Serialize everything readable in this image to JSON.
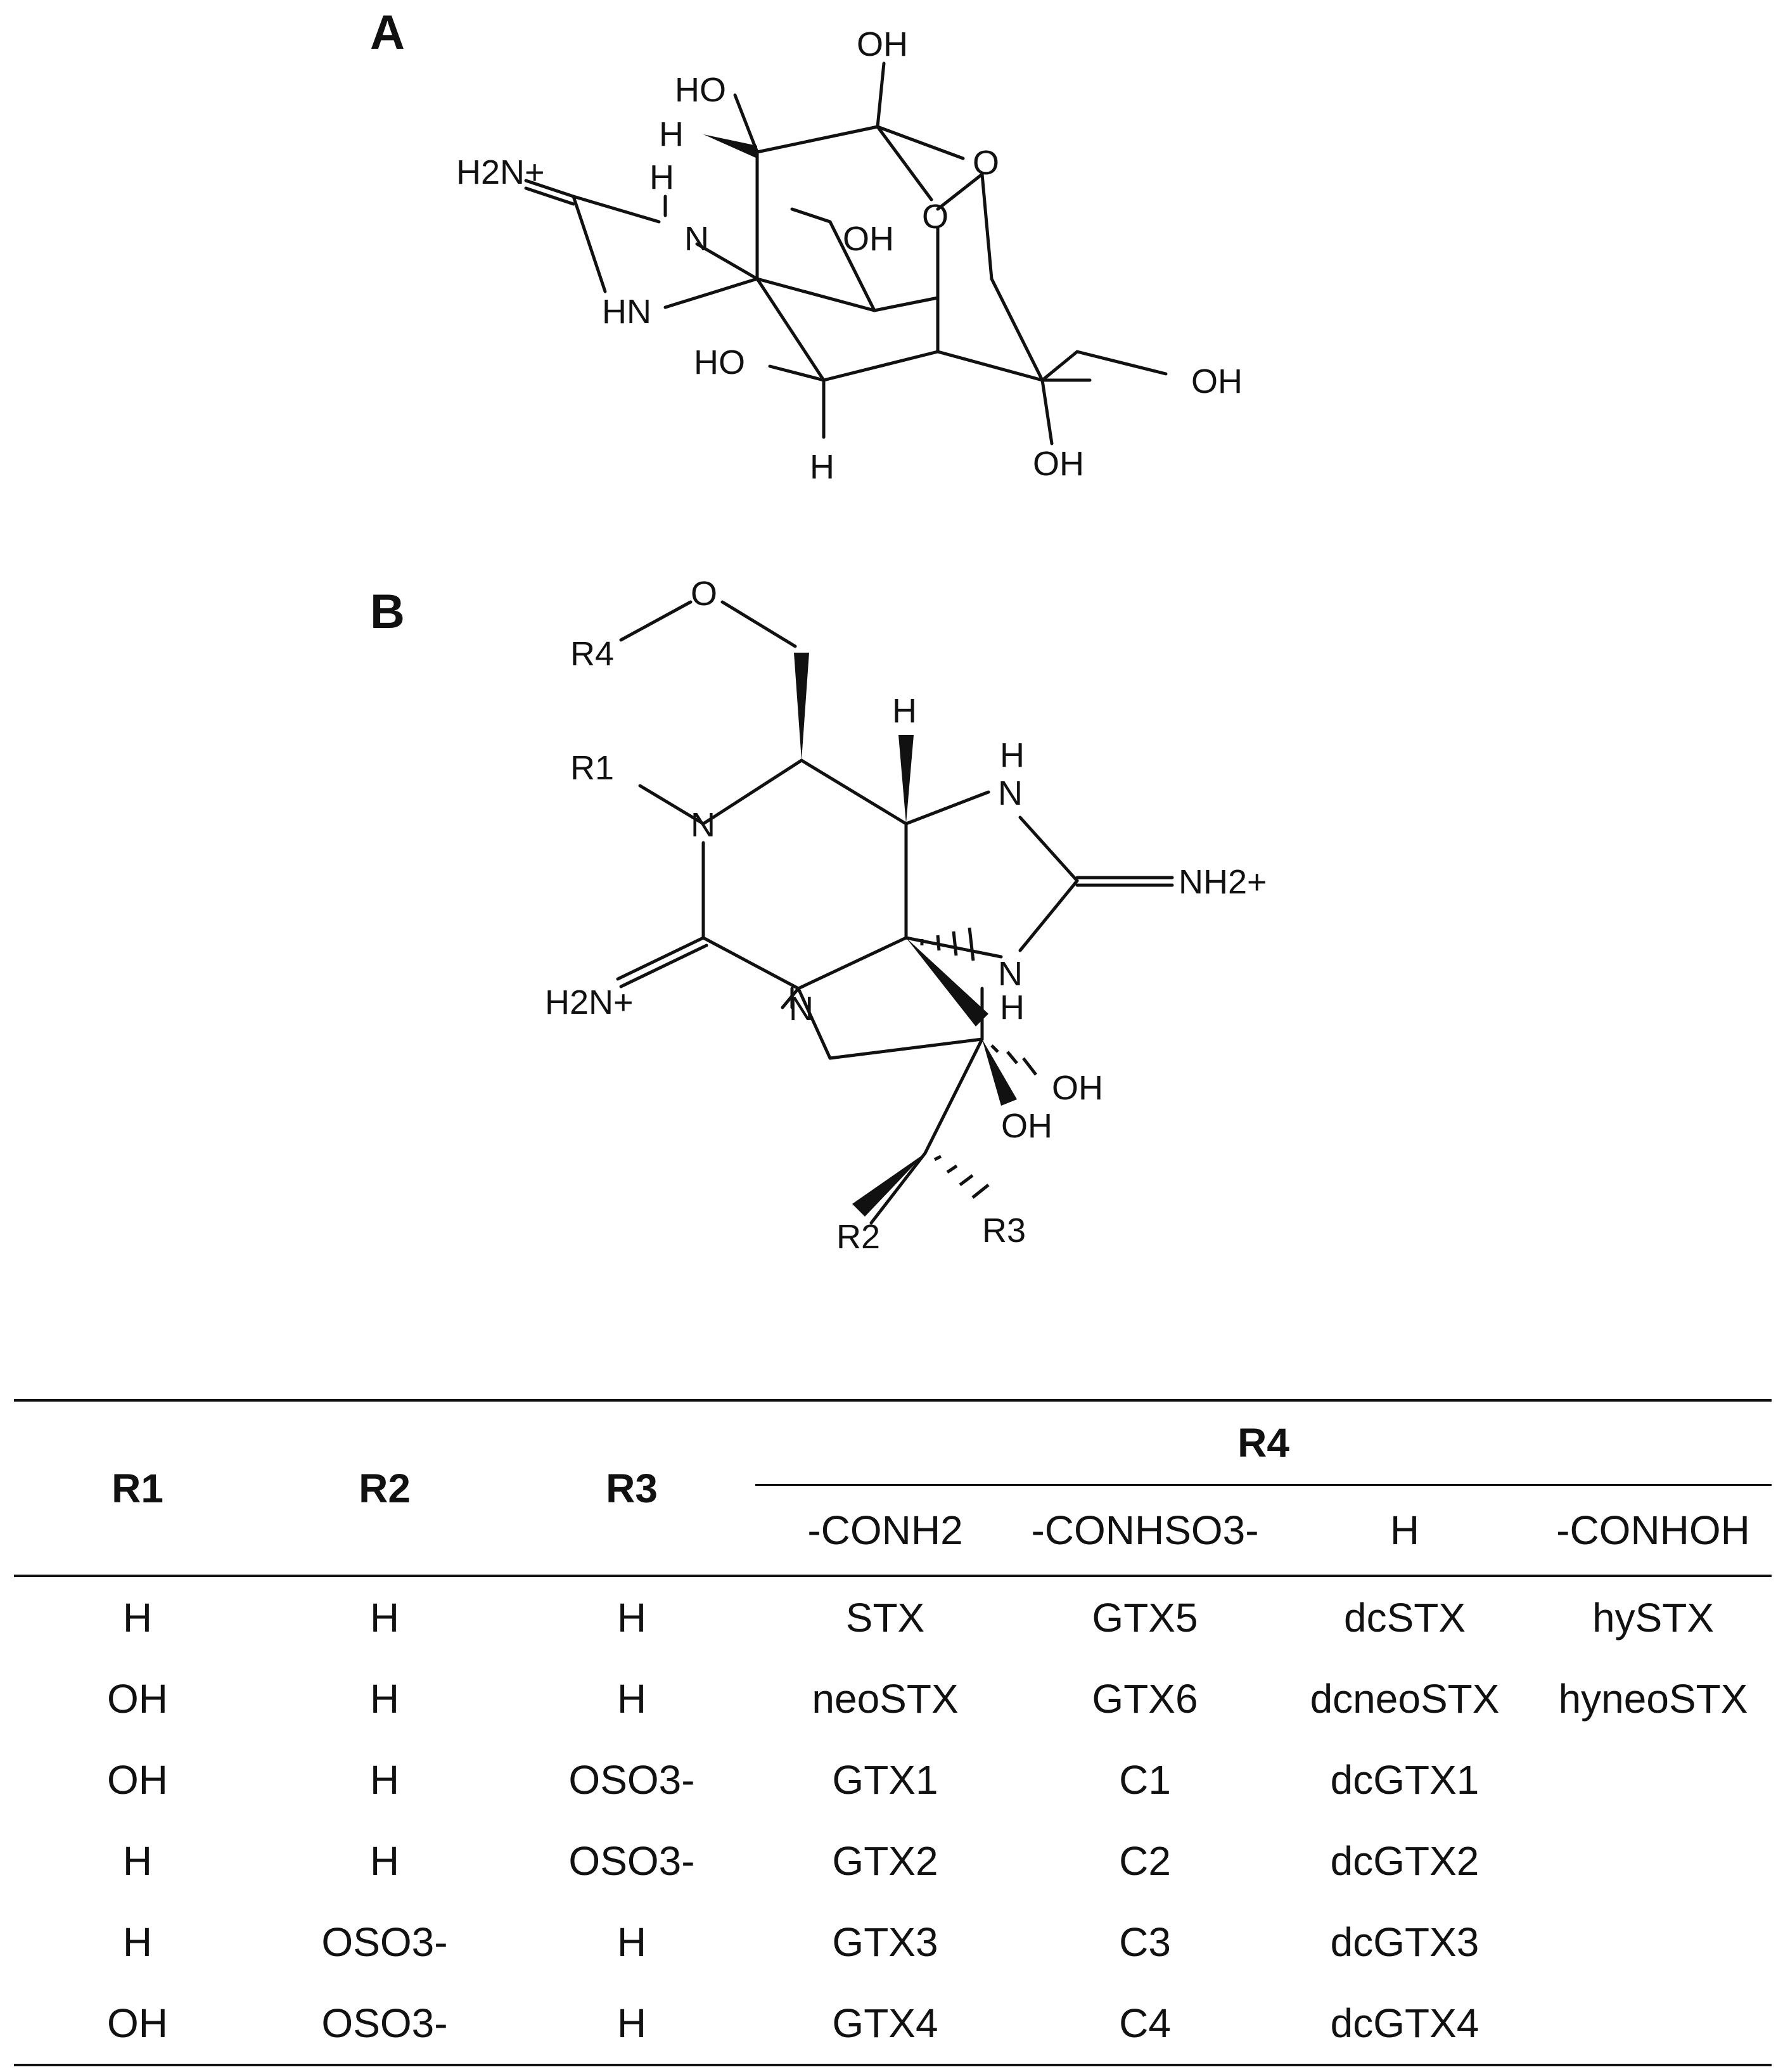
{
  "panels": {
    "a": {
      "label": "A",
      "atoms": {
        "oh_top": "OH",
        "ho_left_top": "HO",
        "h_wedge": "H",
        "o_ring_right": "O",
        "h2n_plus": "H2N+",
        "h_on_n": "H",
        "n_mid": "N",
        "oh_center": "OH",
        "o_center": "O",
        "hn_lower": "HN",
        "ho_lower": "HO",
        "oh_right": "OH",
        "h_bottom": "H",
        "oh_bottom": "OH"
      }
    },
    "b": {
      "label": "B",
      "atoms": {
        "o_top": "O",
        "r4": "R4",
        "h_wedge": "H",
        "h_on_n_top": "H",
        "n_top_right": "N",
        "r1": "R1",
        "n_left": "N",
        "nh2_plus_right": "NH2+",
        "h2n_plus_left": "H2N+",
        "n_center": "N",
        "n_lower_right": "N",
        "h_on_n_lower": "H",
        "oh_right": "OH",
        "oh_lower": "OH",
        "r2": "R2",
        "r3": "R3"
      }
    }
  },
  "table": {
    "headers": {
      "r1": "R1",
      "r2": "R2",
      "r3": "R3",
      "r4": "R4",
      "r4_sub": [
        "-CONH2",
        "-CONHSO3-",
        "H",
        "-CONHOH"
      ]
    },
    "rows": [
      {
        "r1": "H",
        "r2": "H",
        "r3": "H",
        "conh2": "STX",
        "conhso3": "GTX5",
        "h": "dcSTX",
        "conhoh": "hySTX"
      },
      {
        "r1": "OH",
        "r2": "H",
        "r3": "H",
        "conh2": "neoSTX",
        "conhso3": "GTX6",
        "h": "dcneoSTX",
        "conhoh": "hyneoSTX"
      },
      {
        "r1": "OH",
        "r2": "H",
        "r3": "OSO3-",
        "conh2": "GTX1",
        "conhso3": "C1",
        "h": "dcGTX1",
        "conhoh": ""
      },
      {
        "r1": "H",
        "r2": "H",
        "r3": "OSO3-",
        "conh2": "GTX2",
        "conhso3": "C2",
        "h": "dcGTX2",
        "conhoh": ""
      },
      {
        "r1": "H",
        "r2": "OSO3-",
        "r3": "H",
        "conh2": "GTX3",
        "conhso3": "C3",
        "h": "dcGTX3",
        "conhoh": ""
      },
      {
        "r1": "OH",
        "r2": "OSO3-",
        "r3": "H",
        "conh2": "GTX4",
        "conhso3": "C4",
        "h": "dcGTX4",
        "conhoh": ""
      }
    ]
  }
}
